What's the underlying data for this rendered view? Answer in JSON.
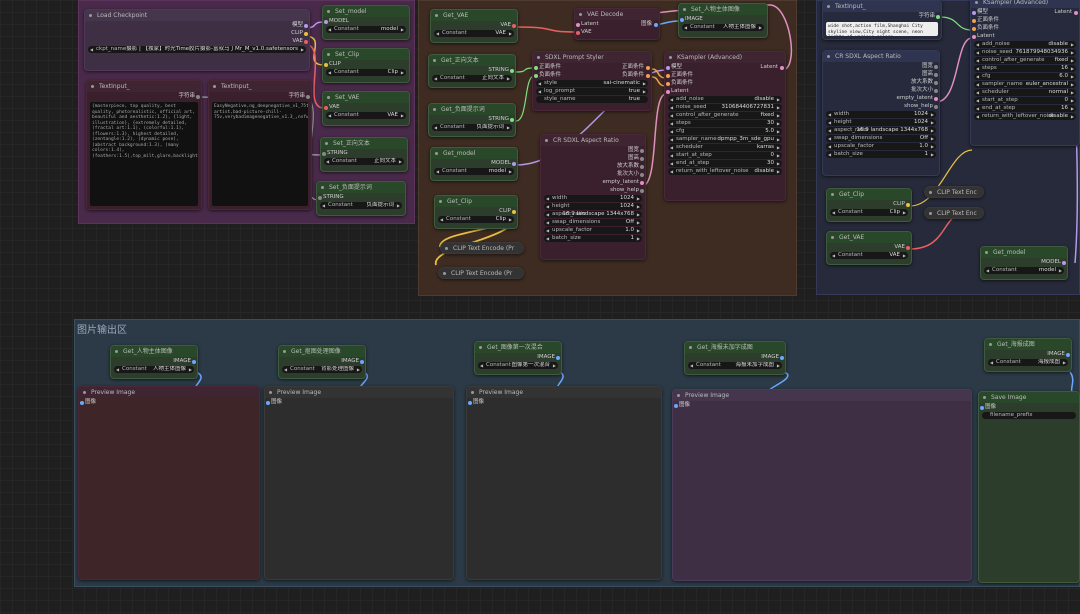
{
  "groups": {
    "output_title": "图片输出区"
  },
  "colors": {
    "image": "#6aa8ff",
    "model": "#b49ae8",
    "clip": "#e8c040",
    "vae": "#e86060",
    "string": "#7ee07e",
    "cond": "#f0a050"
  },
  "load_ckpt": {
    "title": "Load Checkpoint",
    "out_model": "模型",
    "out_clip": "CLIP",
    "out_vae": "VAE",
    "ckpt_label": "ckpt_name",
    "ckpt_value": "摄影 | 【独家】时光Time胶片摄影-富叔马丁Mr_M_v1.0.safetensors"
  },
  "set_model": {
    "title": "Set_model",
    "in": "MODEL",
    "label": "Constant",
    "value": "model"
  },
  "set_clip": {
    "title": "Set_Clip",
    "in": "CLIP",
    "label": "Constant",
    "value": "Clip"
  },
  "set_vae": {
    "title": "Set_VAE",
    "in": "VAE",
    "label": "Constant",
    "value": "VAE"
  },
  "set_pos": {
    "title": "Set_正向文本",
    "in": "STRING",
    "label": "Constant",
    "value": "正向文本"
  },
  "set_neg": {
    "title": "Set_负面提示词",
    "in": "STRING",
    "label": "Constant",
    "value": "负面提示词"
  },
  "text1": {
    "title": "TextInput_",
    "out": "字符串",
    "text": "{masterpiece, top quality, best quality, photorealistic, official art, beautiful and aesthetic:1.2}, {light, illustration}, {extremely detailed, (fractal art:1.1), (colorful:1.1), (flowers:1.3), highest detailed, (zentangle:1.2), (dynamic pose), (abstract background:1.3), (many colors:1.4), (feathers:1.5),top_milt,glare,backlighting"
  },
  "text2": {
    "title": "TextInput_",
    "out": "字符串",
    "text": "EasyNegative,ng_deepnegative_v1_75t,bad_prompt_version2,bad-artist,bad-picture-chill-75v,verybadimagenegative_v1.3_,nsfw"
  },
  "get_vae": {
    "title": "Get_VAE",
    "out": "VAE",
    "label": "Constant",
    "value": "VAE"
  },
  "get_pos": {
    "title": "Get_正向文本",
    "out": "STRING",
    "label": "Constant",
    "value": "正向文本"
  },
  "get_neg": {
    "title": "Get_负面提示词",
    "out": "STRING",
    "label": "Constant",
    "value": "负面提示词"
  },
  "get_model": {
    "title": "Get_model",
    "out": "MODEL",
    "label": "Constant",
    "value": "model"
  },
  "get_clip": {
    "title": "Get_Clip",
    "out": "CLIP",
    "label": "Constant",
    "value": "Clip"
  },
  "vae_decode": {
    "title": "VAE Decode",
    "in1": "Latent",
    "in2": "VAE",
    "out": "图像"
  },
  "set_main_img": {
    "title": "Set_人物主体图像",
    "in": "IMAGE",
    "label": "Constant",
    "value": "人物主体图像"
  },
  "sdxl_styler": {
    "title": "SDXL Prompt Styler",
    "in1": "正面条件",
    "in2": "负面条件",
    "out1": "正面条件",
    "out2": "负面条件",
    "fields": [
      {
        "k": "style",
        "v": "sai-cinematic"
      },
      {
        "k": "log_prompt",
        "v": "true"
      },
      {
        "k": "style_name",
        "v": "true"
      }
    ]
  },
  "aspect1": {
    "title": "CR SDXL Aspect Ratio",
    "outs": [
      "图宽",
      "图高",
      "放大系数",
      "批次大小",
      "empty_latent",
      "show_help"
    ],
    "fields": [
      {
        "k": "width",
        "v": "1024"
      },
      {
        "k": "height",
        "v": "1024"
      },
      {
        "k": "aspect_ratio",
        "v": "16:9 landscape 1344x768"
      },
      {
        "k": "swap_dimensions",
        "v": "Off"
      },
      {
        "k": "upscale_factor",
        "v": "1.0"
      },
      {
        "k": "batch_size",
        "v": "1"
      }
    ]
  },
  "ksampler1": {
    "title": "KSampler (Advanced)",
    "ins": [
      "模型",
      "正面条件",
      "负面条件",
      "Latent"
    ],
    "out": "Latent",
    "fields": [
      {
        "k": "add_noise",
        "v": "disable"
      },
      {
        "k": "noise_seed",
        "v": "310684406727831"
      },
      {
        "k": "control_after_generate",
        "v": "fixed"
      },
      {
        "k": "steps",
        "v": "30"
      },
      {
        "k": "cfg",
        "v": "5.0"
      },
      {
        "k": "sampler_name",
        "v": "dpmpp_3m_sde_gpu"
      },
      {
        "k": "scheduler",
        "v": "karras"
      },
      {
        "k": "start_at_step",
        "v": "0"
      },
      {
        "k": "end_at_step",
        "v": "30"
      },
      {
        "k": "return_with_leftover_noise",
        "v": "disable"
      }
    ]
  },
  "clip_enc1": {
    "title": "CLIP Text Encode (Pr"
  },
  "clip_enc2": {
    "title": "CLIP Text Encode (Pr"
  },
  "text3": {
    "title": "TextInput_",
    "out": "字符串",
    "text": "wide shot,action film,Shanghai City skyline view,City night scene, neon lights of various colors"
  },
  "aspect2": {
    "title": "CR SDXL Aspect Ratio",
    "outs": [
      "图宽",
      "图高",
      "放大系数",
      "批次大小",
      "empty_latent",
      "show_help"
    ],
    "fields": [
      {
        "k": "width",
        "v": "1024"
      },
      {
        "k": "height",
        "v": "1024"
      },
      {
        "k": "aspect_ratio",
        "v": "16:9 landscape 1344x768"
      },
      {
        "k": "swap_dimensions",
        "v": "Off"
      },
      {
        "k": "upscale_factor",
        "v": "1.0"
      },
      {
        "k": "batch_size",
        "v": "1"
      }
    ]
  },
  "ksampler2": {
    "title": "KSampler (Advanced)",
    "ins": [
      "模型",
      "正面条件",
      "负面条件",
      "Latent"
    ],
    "out": "Latent",
    "fields": [
      {
        "k": "add_noise",
        "v": "disable"
      },
      {
        "k": "noise_seed",
        "v": "761879948034936"
      },
      {
        "k": "control_after_generate",
        "v": "fixed"
      },
      {
        "k": "steps",
        "v": "16"
      },
      {
        "k": "cfg",
        "v": "6.0"
      },
      {
        "k": "sampler_name",
        "v": "euler_ancestral"
      },
      {
        "k": "scheduler",
        "v": "normal"
      },
      {
        "k": "start_at_step",
        "v": "0"
      },
      {
        "k": "end_at_step",
        "v": "16"
      },
      {
        "k": "return_with_leftover_noise",
        "v": "disable"
      }
    ]
  },
  "get_clip2": {
    "title": "Get_Clip",
    "out": "CLIP",
    "label": "Constant",
    "value": "Clip"
  },
  "get_vae2": {
    "title": "Get_VAE",
    "out": "VAE",
    "label": "Constant",
    "value": "VAE"
  },
  "get_model2": {
    "title": "Get_model",
    "out": "MODEL",
    "label": "Constant",
    "value": "model"
  },
  "clip_enc3": {
    "title": "CLIP Text Enc"
  },
  "clip_enc4": {
    "title": "CLIP Text Enc"
  },
  "out_gets": [
    {
      "title": "Get_人物主体图像",
      "out": "IMAGE",
      "label": "Constant",
      "value": "人物主体图像"
    },
    {
      "title": "Get_抠图处理图像",
      "out": "IMAGE",
      "label": "Constant",
      "value": "背影处理图像"
    },
    {
      "title": "Get_图像第一次混合",
      "out": "IMAGE",
      "label": "Constant",
      "value": "图像第一次混合"
    },
    {
      "title": "Get_海报未加字成图",
      "out": "IMAGE",
      "label": "Constant",
      "value": "海报未加字成图"
    },
    {
      "title": "Get_海报成图",
      "out": "IMAGE",
      "label": "Constant",
      "value": "海报成图"
    }
  ],
  "previews": [
    {
      "title": "Preview Image",
      "in": "图像"
    },
    {
      "title": "Preview Image",
      "in": "图像"
    },
    {
      "title": "Preview Image",
      "in": "图像"
    },
    {
      "title": "Preview Image",
      "in": "图像"
    }
  ],
  "save_image": {
    "title": "Save Image",
    "in": "图像",
    "field": "filename_prefix"
  }
}
